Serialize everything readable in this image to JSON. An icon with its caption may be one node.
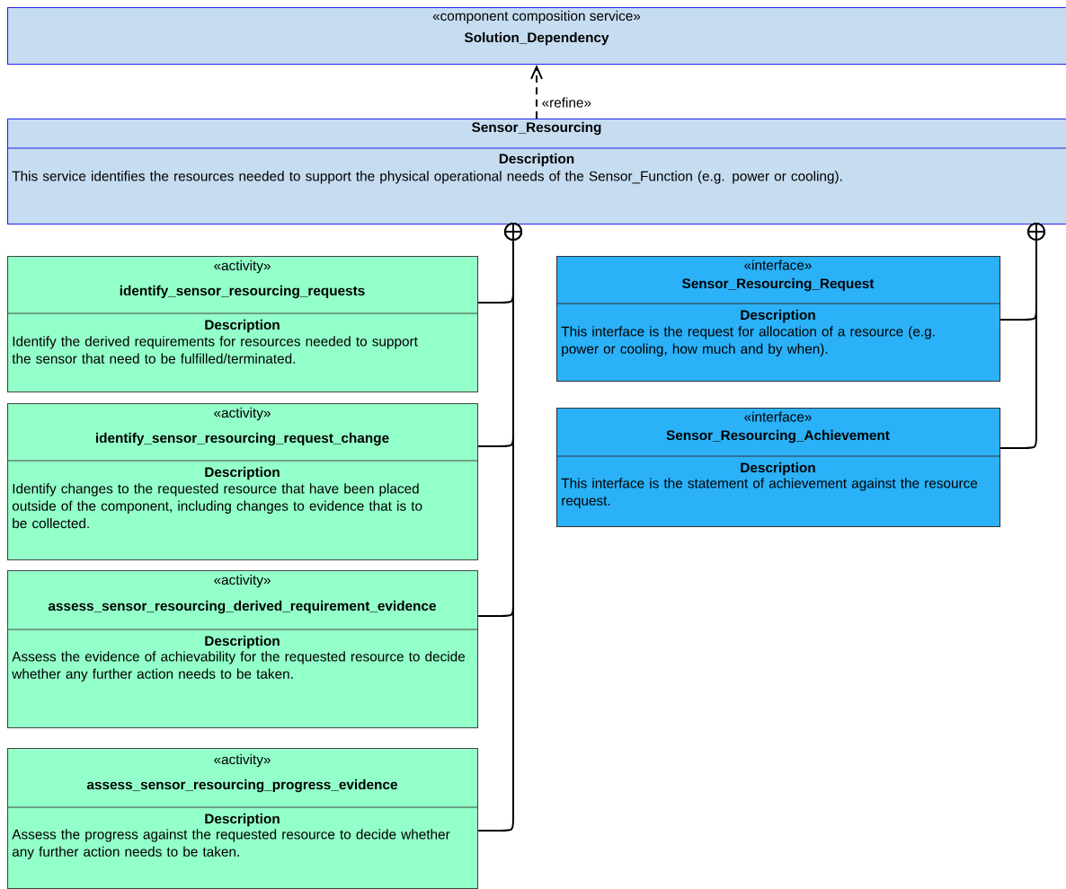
{
  "diagram": {
    "nodes": [
      {
        "text": [
          "«component composition service»",
          "Solution_Dependency"
        ]
      },
      {
        "text": [
          "Sensor_Resourcing",
          "Description",
          "This service identifies the resources needed to support the physical operational needs of the Sensor_Function (e.g. power or cooling)."
        ]
      },
      {
        "text": [
          "«activity»",
          "identify_sensor_resourcing_requests",
          "Description",
          "Identify the derived requirements for resources needed to support the sensor that need to be fulfilled/terminated."
        ]
      },
      {
        "text": [
          "«activity»",
          "identify_sensor_resourcing_request_change",
          "Description",
          "Identify changes to the requested resource that have been placed outside of the component, including changes to evidence that is to be collected."
        ]
      },
      {
        "text": [
          "«activity»",
          "assess_sensor_resourcing_derived_requirement_evidence",
          "Description",
          "Assess the evidence of achievability for the requested resource to decide whether any further action needs to be taken."
        ]
      },
      {
        "text": [
          "«activity»",
          "assess_sensor_resourcing_progress_evidence",
          "Description",
          "Assess the progress against the requested resource to decide whether any further action needs to be taken."
        ]
      },
      {
        "text": [
          "«interface»",
          "Sensor_Resourcing_Request",
          "Description",
          "This interface is the request for allocation of a resource (e.g. power or cooling, how much and by when)."
        ]
      },
      {
        "text": [
          "«interface»",
          "Sensor_Resourcing_Achievement",
          "Description",
          "This interface is the statement of achievement against the resource request."
        ]
      }
    ],
    "edges": [
      {
        "from": 1,
        "to": 0,
        "arrow": "to",
        "style": "dashed",
        "label": "«refine»"
      },
      {
        "from": 1,
        "to": 2,
        "arrow": "other"
      },
      {
        "from": 1,
        "to": 3,
        "arrow": "other"
      },
      {
        "from": 1,
        "to": 4,
        "arrow": "other"
      },
      {
        "from": 1,
        "to": 5,
        "arrow": "other"
      },
      {
        "from": 1,
        "to": 6,
        "arrow": "other"
      },
      {
        "from": 1,
        "to": 7,
        "arrow": "other"
      }
    ]
  }
}
